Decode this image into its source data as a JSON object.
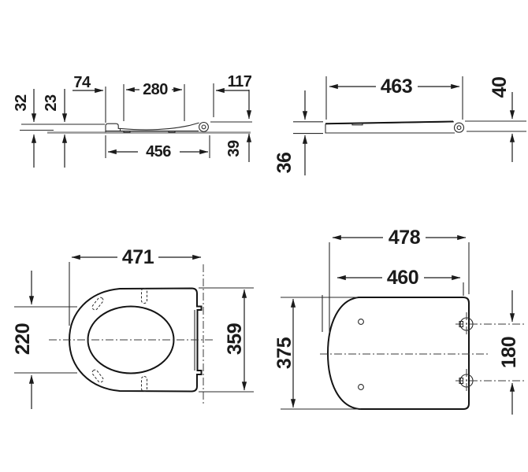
{
  "drawing_type": "technical-dimension-drawing",
  "views": {
    "seat_side_profile": {
      "name": "seat side profile",
      "dims": {
        "d74": "74",
        "d280": "280",
        "d117": "117",
        "d32": "32",
        "d23": "23",
        "d456": "456",
        "d39": "39"
      }
    },
    "lid_side_profile": {
      "name": "lid side profile",
      "dims": {
        "d463": "463",
        "d40": "40",
        "d36": "36"
      }
    },
    "seat_top": {
      "name": "seat top view",
      "dims": {
        "d471": "471",
        "d220": "220",
        "d359": "359"
      }
    },
    "lid_top": {
      "name": "lid top view",
      "dims": {
        "d478": "478",
        "d460": "460",
        "d375": "375",
        "d180": "180"
      }
    }
  },
  "colors": {
    "line": "#1b1b1b",
    "outline": "#141414",
    "plane_line": "#9a9a9a",
    "background": "#ffffff"
  }
}
